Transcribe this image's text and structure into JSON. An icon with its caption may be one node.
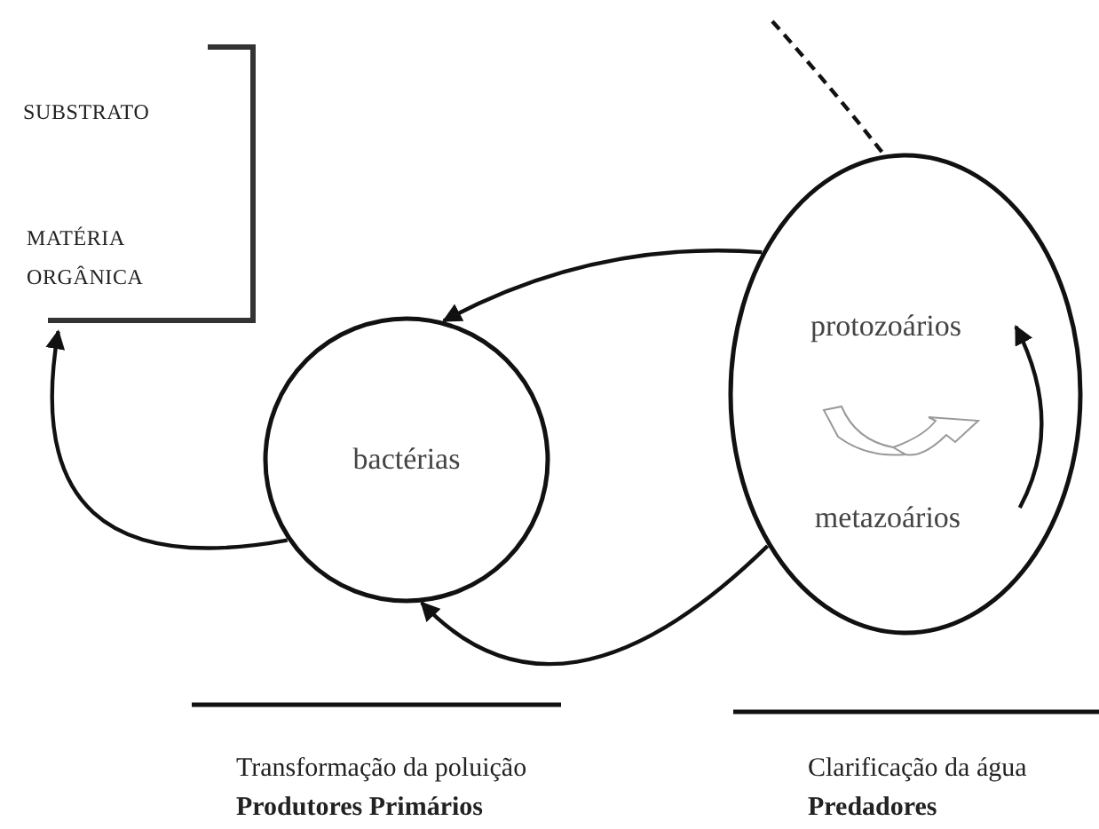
{
  "diagram": {
    "nodes": [
      {
        "text": [
          "SUBSTRATO",
          "MATÉRIA ORGÂNICA"
        ]
      },
      {
        "text": [
          "bactérias"
        ]
      },
      {
        "text": [],
        "shape": "ellipse"
      },
      {
        "text": [
          "protozoários"
        ],
        "in": 2
      },
      {
        "text": [
          "metazoários"
        ],
        "in": 2
      }
    ],
    "edges": [
      {
        "from": 2,
        "to": 1,
        "arrow": "to"
      },
      {
        "from": 2,
        "to": 1,
        "arrow": "to"
      },
      {
        "from": 1,
        "to": 0,
        "arrow": "to"
      },
      {
        "from": 4,
        "to": 3,
        "arrow": "to"
      },
      {
        "from": null,
        "to": 2,
        "arrow": "none",
        "style": "dashed"
      }
    ],
    "labels": [
      "Transformação da poluição",
      "Produtores Primários",
      "Clarificação da água",
      "Predadores"
    ]
  }
}
